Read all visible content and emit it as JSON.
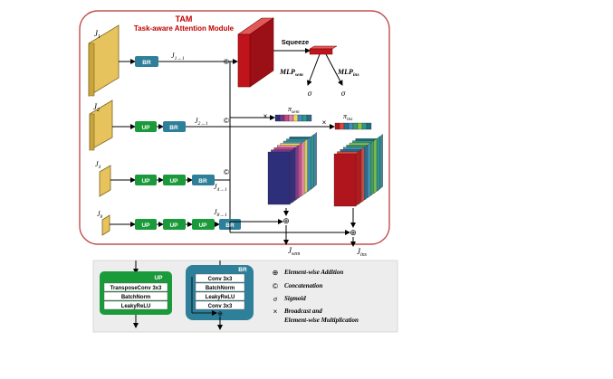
{
  "tam": {
    "title": "TAM",
    "subtitle": "Task-aware Attention Module",
    "title_color": "#c00000",
    "border_color": "#c0504d"
  },
  "inputs": [
    {
      "label": "J",
      "sub": "1",
      "feat": "J",
      "feat_sub": "1→1",
      "concat": "©"
    },
    {
      "label": "J",
      "sub": "2",
      "feat": "J",
      "feat_sub": "2→1",
      "concat": "©"
    },
    {
      "label": "J",
      "sub": "4",
      "feat": "J",
      "feat_sub": "4→1",
      "concat": "©"
    },
    {
      "label": "J",
      "sub": "8",
      "feat": "J",
      "feat_sub": "8→1",
      "concat": ""
    }
  ],
  "blocks": {
    "up": "UP",
    "br": "BR"
  },
  "squeeze": "Squeeze",
  "mlp_sem": {
    "main": "MLP",
    "sub": "sem"
  },
  "mlp_ins": {
    "main": "MLP",
    "sub": "ins"
  },
  "sigma": "σ",
  "pi_sem": {
    "main": "π",
    "sub": "sem"
  },
  "pi_ins": {
    "main": "π",
    "sub": "ins"
  },
  "times": "×",
  "oplus": "⊕",
  "out_sem": {
    "main": "J",
    "sub": "sem"
  },
  "out_ins": {
    "main": "J",
    "sub": "ins"
  },
  "legend_up": {
    "title": "UP",
    "rows": [
      "TransposeConv 3x3",
      "BatchNorm",
      "LeakyReLU"
    ],
    "color": "#1a9a3a"
  },
  "legend_br": {
    "title": "BR",
    "rows": [
      "Conv 3x3",
      "BatchNorm",
      "LeakyReLU",
      "Conv 3x3"
    ],
    "color": "#2e7f9a"
  },
  "legend_symbols": [
    {
      "symbol": "⊕",
      "text": "Element-wise Addition"
    },
    {
      "symbol": "©",
      "text": "Concatenation"
    },
    {
      "symbol": "σ",
      "text": "Sigmoid"
    },
    {
      "symbol": "×",
      "text": "Broadcast and"
    },
    {
      "symbol": "",
      "text": "Element-wise Multiplication"
    }
  ],
  "colors": {
    "green": "#1a9a3a",
    "teal": "#2e7f9a",
    "red": "#c0141c",
    "gold": "#e6c35c"
  }
}
